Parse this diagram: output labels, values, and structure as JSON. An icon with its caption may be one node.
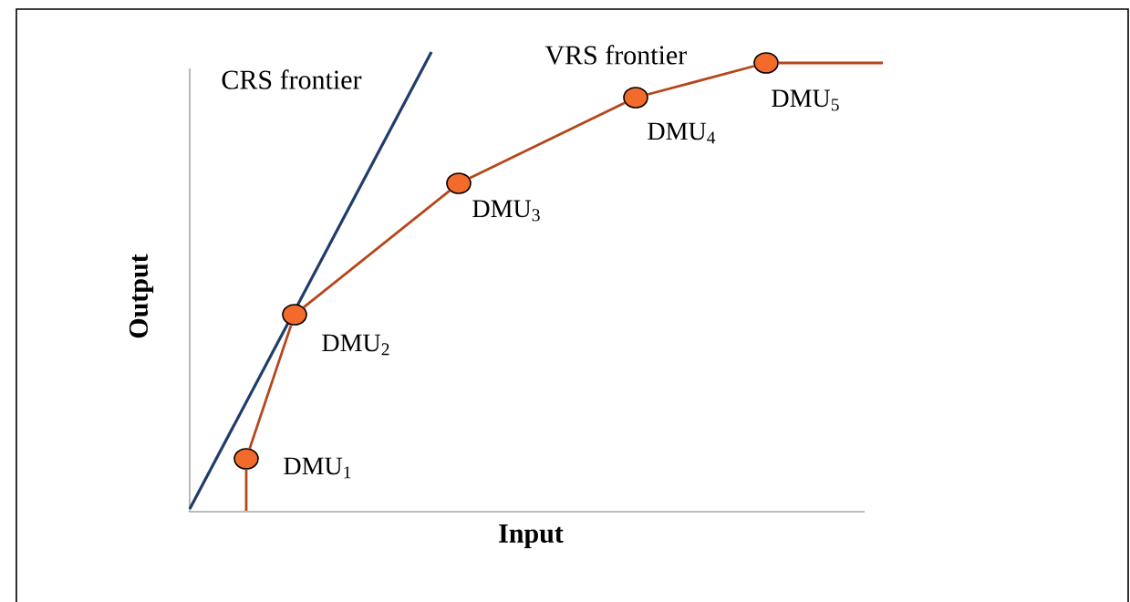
{
  "diagram": {
    "nodes": [
      {
        "text": [],
        "shape": "circle",
        "beside": [
          "DMU$_{1}$"
        ]
      },
      {
        "text": [],
        "shape": "circle",
        "beside": [
          "DMU$_{2}$"
        ]
      },
      {
        "text": [],
        "shape": "circle",
        "beside": [
          "DMU$_{3}$"
        ]
      },
      {
        "text": [],
        "shape": "circle",
        "beside": [
          "DMU$_{4}$"
        ]
      },
      {
        "text": [],
        "shape": "circle",
        "beside": [
          "DMU$_{5}$"
        ]
      }
    ],
    "edges": [
      {
        "from": null,
        "to": 0,
        "arrow": "none",
        "color": "#b5461a"
      },
      {
        "from": 0,
        "to": 1,
        "arrow": "none",
        "color": "#b5461a"
      },
      {
        "from": 1,
        "to": 2,
        "arrow": "none",
        "color": "#b5461a"
      },
      {
        "from": 2,
        "to": 3,
        "arrow": "none",
        "color": "#b5461a"
      },
      {
        "from": 3,
        "to": 4,
        "arrow": "none",
        "color": "#b5461a"
      },
      {
        "from": 4,
        "to": null,
        "arrow": "none",
        "color": "#b5461a"
      }
    ],
    "labels": [
      "VRS frontier",
      "CRS frontier",
      "Output",
      "Input"
    ]
  }
}
